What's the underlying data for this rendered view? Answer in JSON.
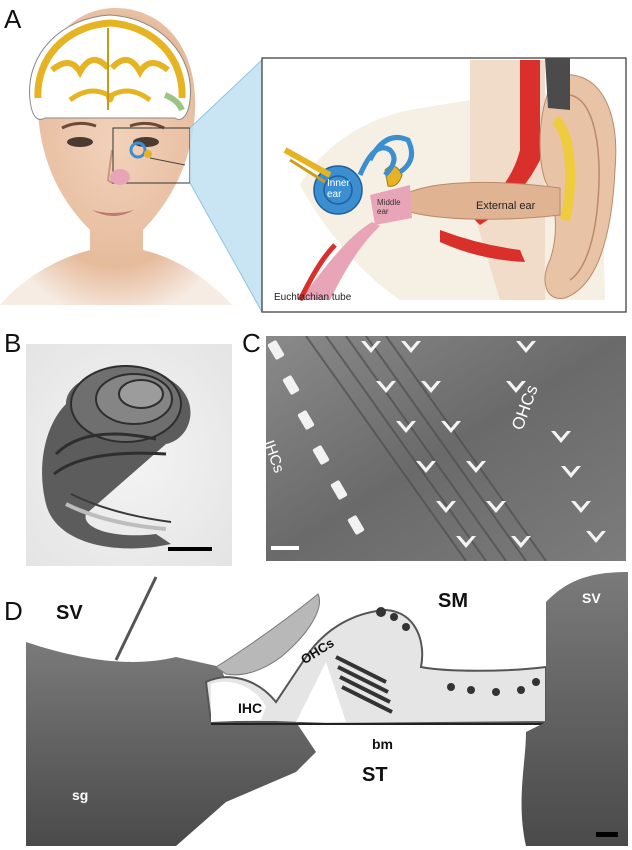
{
  "panels": {
    "a": {
      "letter": "A",
      "labels": {
        "inner_ear": "Inner\near",
        "middle_ear": "Middle\near",
        "external_ear": "External ear",
        "eustachian_tube": "Euchtachian tube"
      }
    },
    "b": {
      "letter": "B"
    },
    "c": {
      "letter": "C",
      "labels": {
        "ihcs": "IHCs",
        "ohcs": "OHCs"
      }
    },
    "d": {
      "letter": "D",
      "labels": {
        "sv_left": "SV",
        "sm": "SM",
        "sv_right": "SV",
        "ihc": "IHC",
        "ohcs": "OHCs",
        "bm": "bm",
        "st": "ST",
        "sg": "sg"
      }
    }
  },
  "colors": {
    "brain_gold": "#e6b422",
    "cochlea_blue": "#3b8fd0",
    "artery_red": "#d9302c",
    "skin": "#e9c3a6",
    "callout_blue": "#bfe0f2",
    "sem_gray": "#6d6d6d"
  }
}
